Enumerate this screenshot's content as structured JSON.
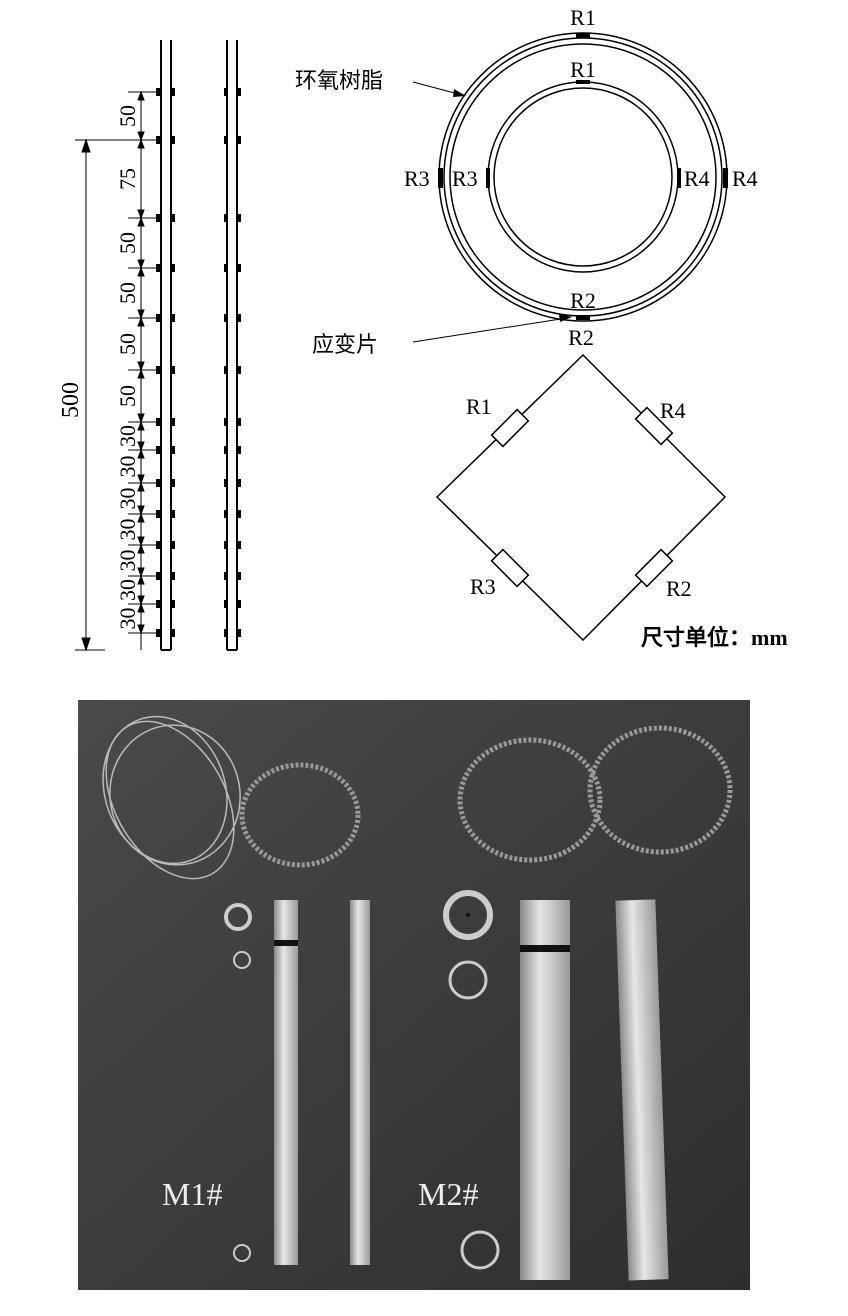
{
  "layout_diagram": {
    "dimensions": [
      "50",
      "75",
      "50",
      "50",
      "50",
      "50",
      "30",
      "30",
      "30",
      "30",
      "30",
      "30",
      "30"
    ],
    "total_length": "500"
  },
  "cross_section": {
    "epoxy_label": "环氧树脂",
    "gauge_label": "应变片",
    "outer_labels": {
      "top": "R1",
      "bottom": "R2",
      "left": "R3",
      "right": "R4"
    },
    "inner_labels": {
      "top": "R1",
      "bottom": "R2",
      "left": "R3",
      "right": "R4"
    }
  },
  "bridge": {
    "resistors": [
      "R1",
      "R4",
      "R3",
      "R2"
    ],
    "unit_note": "尺寸单位：mm"
  },
  "photo": {
    "labels": [
      "M1#",
      "M2#"
    ]
  }
}
